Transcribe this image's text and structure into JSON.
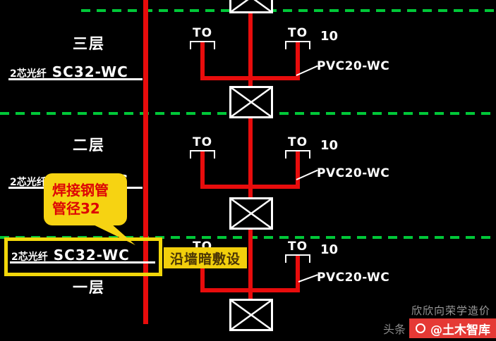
{
  "drawing": {
    "floors": [
      {
        "floor_label": "三层",
        "fiber_label": "2芯光纤",
        "conduit_code": "SC32-WC",
        "outlet_left_label": "TO",
        "outlet_right_label": "TO",
        "outlet_count": "10",
        "branch_code": "PVC20-WC"
      },
      {
        "floor_label": "二层",
        "fiber_label": "2芯光纤",
        "conduit_code": "SC32-WC",
        "outlet_left_label": "TO",
        "outlet_right_label": "TO",
        "outlet_count": "10",
        "branch_code": "PVC20-WC"
      },
      {
        "floor_label": "一层",
        "fiber_label": "2芯光纤",
        "conduit_code": "SC32-WC",
        "outlet_left_label": "TO",
        "outlet_right_label": "TO",
        "outlet_count": "10",
        "branch_code": "PVC20-WC"
      }
    ],
    "callout": {
      "line1": "焊接钢管",
      "line2": "管径32"
    },
    "wall_note_label": "沿墙暗敷设"
  },
  "watermark": {
    "byline": "欣欣向荣学造价",
    "platform": "头条",
    "badge": "@土木智库"
  },
  "colors": {
    "wire_red": "#e80c0c",
    "floor_line_green": "#00c838",
    "annotation_yellow": "#f2d70a",
    "callout_text_red": "#dd0505",
    "badge_red": "#e53935"
  }
}
